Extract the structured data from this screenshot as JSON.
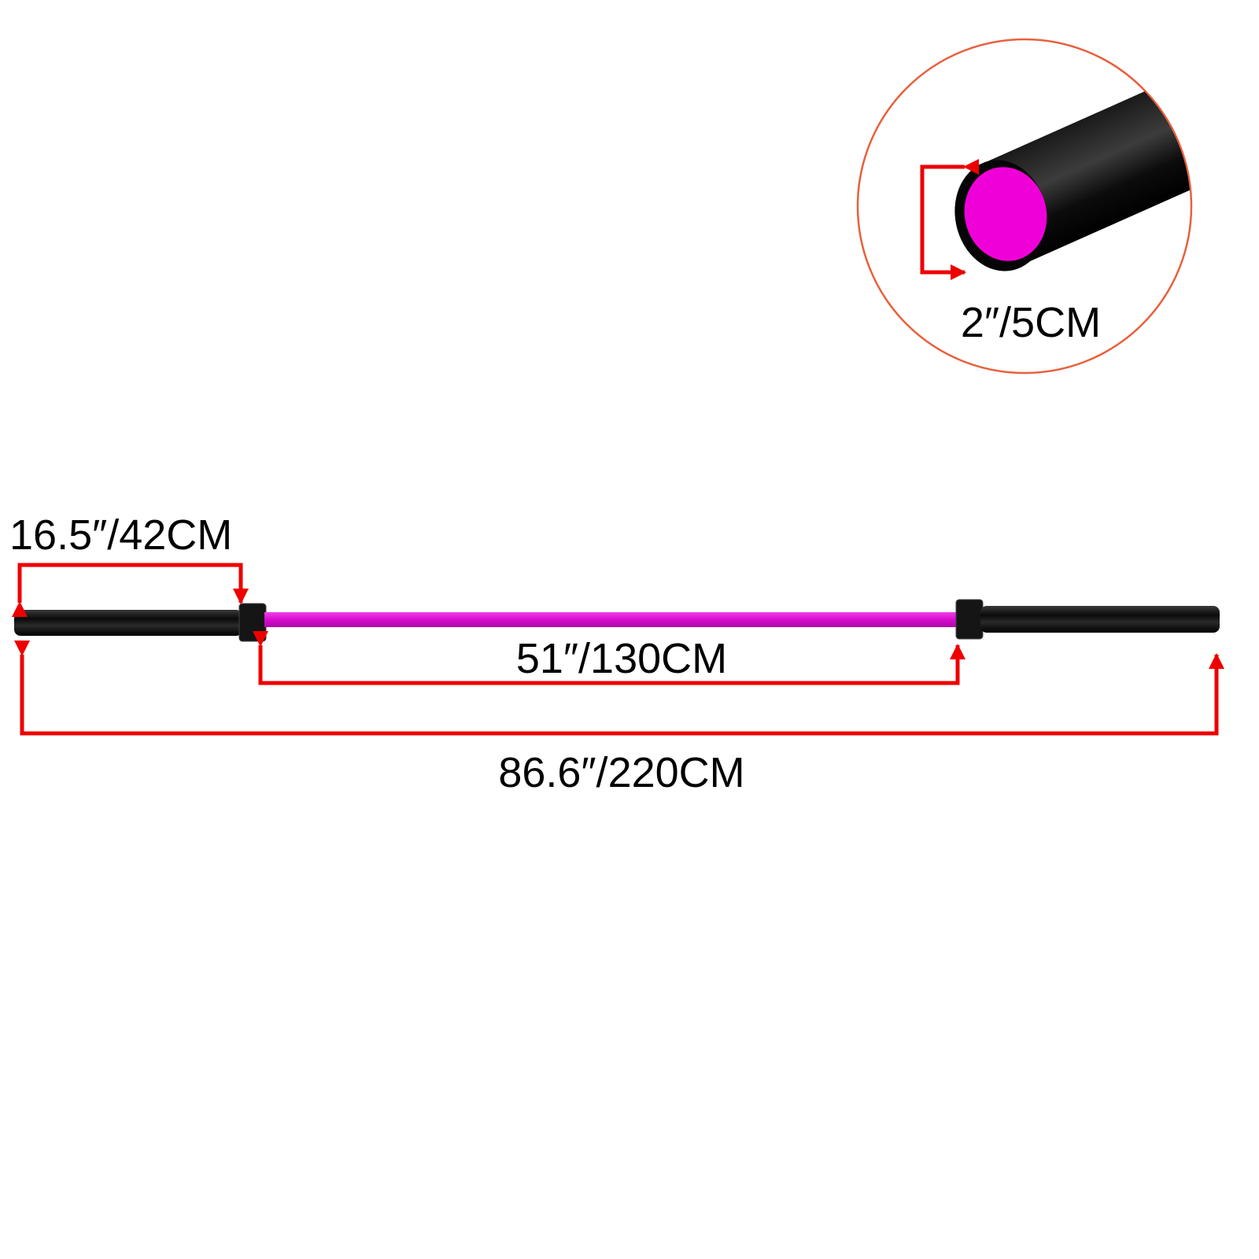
{
  "colors": {
    "dimension_line": "#ee0000",
    "shaft": "#e010d8",
    "sleeve": "#111111",
    "inset_border": "#e8603c"
  },
  "dimensions": {
    "sleeve_length": "16.5″/42CM",
    "grip_length": "51″/130CM",
    "total_length": "86.6″/220CM",
    "diameter": "2″/5CM"
  }
}
